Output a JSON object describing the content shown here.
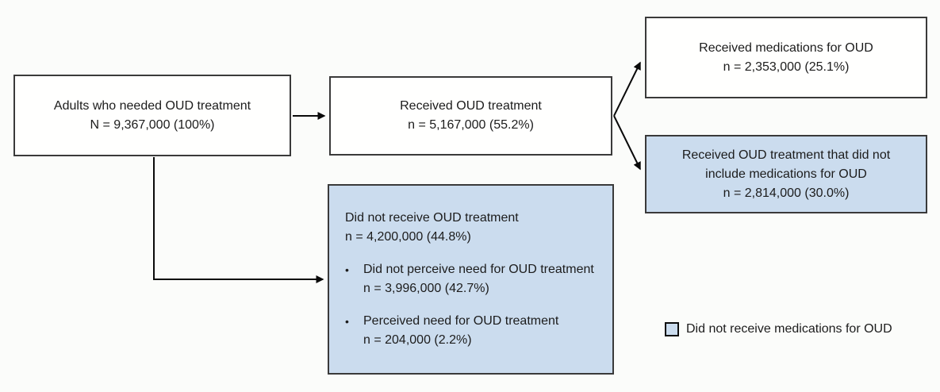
{
  "flowchart": {
    "boxes": {
      "adults_needed": {
        "label": "Adults who needed OUD treatment",
        "value": "N = 9,367,000 (100%)"
      },
      "received_treatment": {
        "label": "Received OUD treatment",
        "value": "n = 5,167,000 (55.2%)"
      },
      "received_medications": {
        "label": "Received medications for OUD",
        "value": "n = 2,353,000 (25.1%)"
      },
      "treatment_without_medications": {
        "label": "Received OUD treatment that did not include medications for OUD",
        "value": "n = 2,814,000 (30.0%)"
      },
      "did_not_receive": {
        "label": "Did not receive OUD treatment",
        "value": "n = 4,200,000 (44.8%)",
        "bullets": [
          {
            "label": "Did not perceive need for OUD treatment",
            "value": "n = 3,996,000 (42.7%)"
          },
          {
            "label": "Perceived need for OUD treatment",
            "value": "n = 204,000 (2.2%)"
          }
        ]
      }
    },
    "legend": {
      "label": "Did not receive medications for OUD"
    },
    "colors": {
      "highlight_fill": "#cbdcee",
      "box_border": "#3a3a3a",
      "arrow": "#0a0a0a"
    }
  }
}
